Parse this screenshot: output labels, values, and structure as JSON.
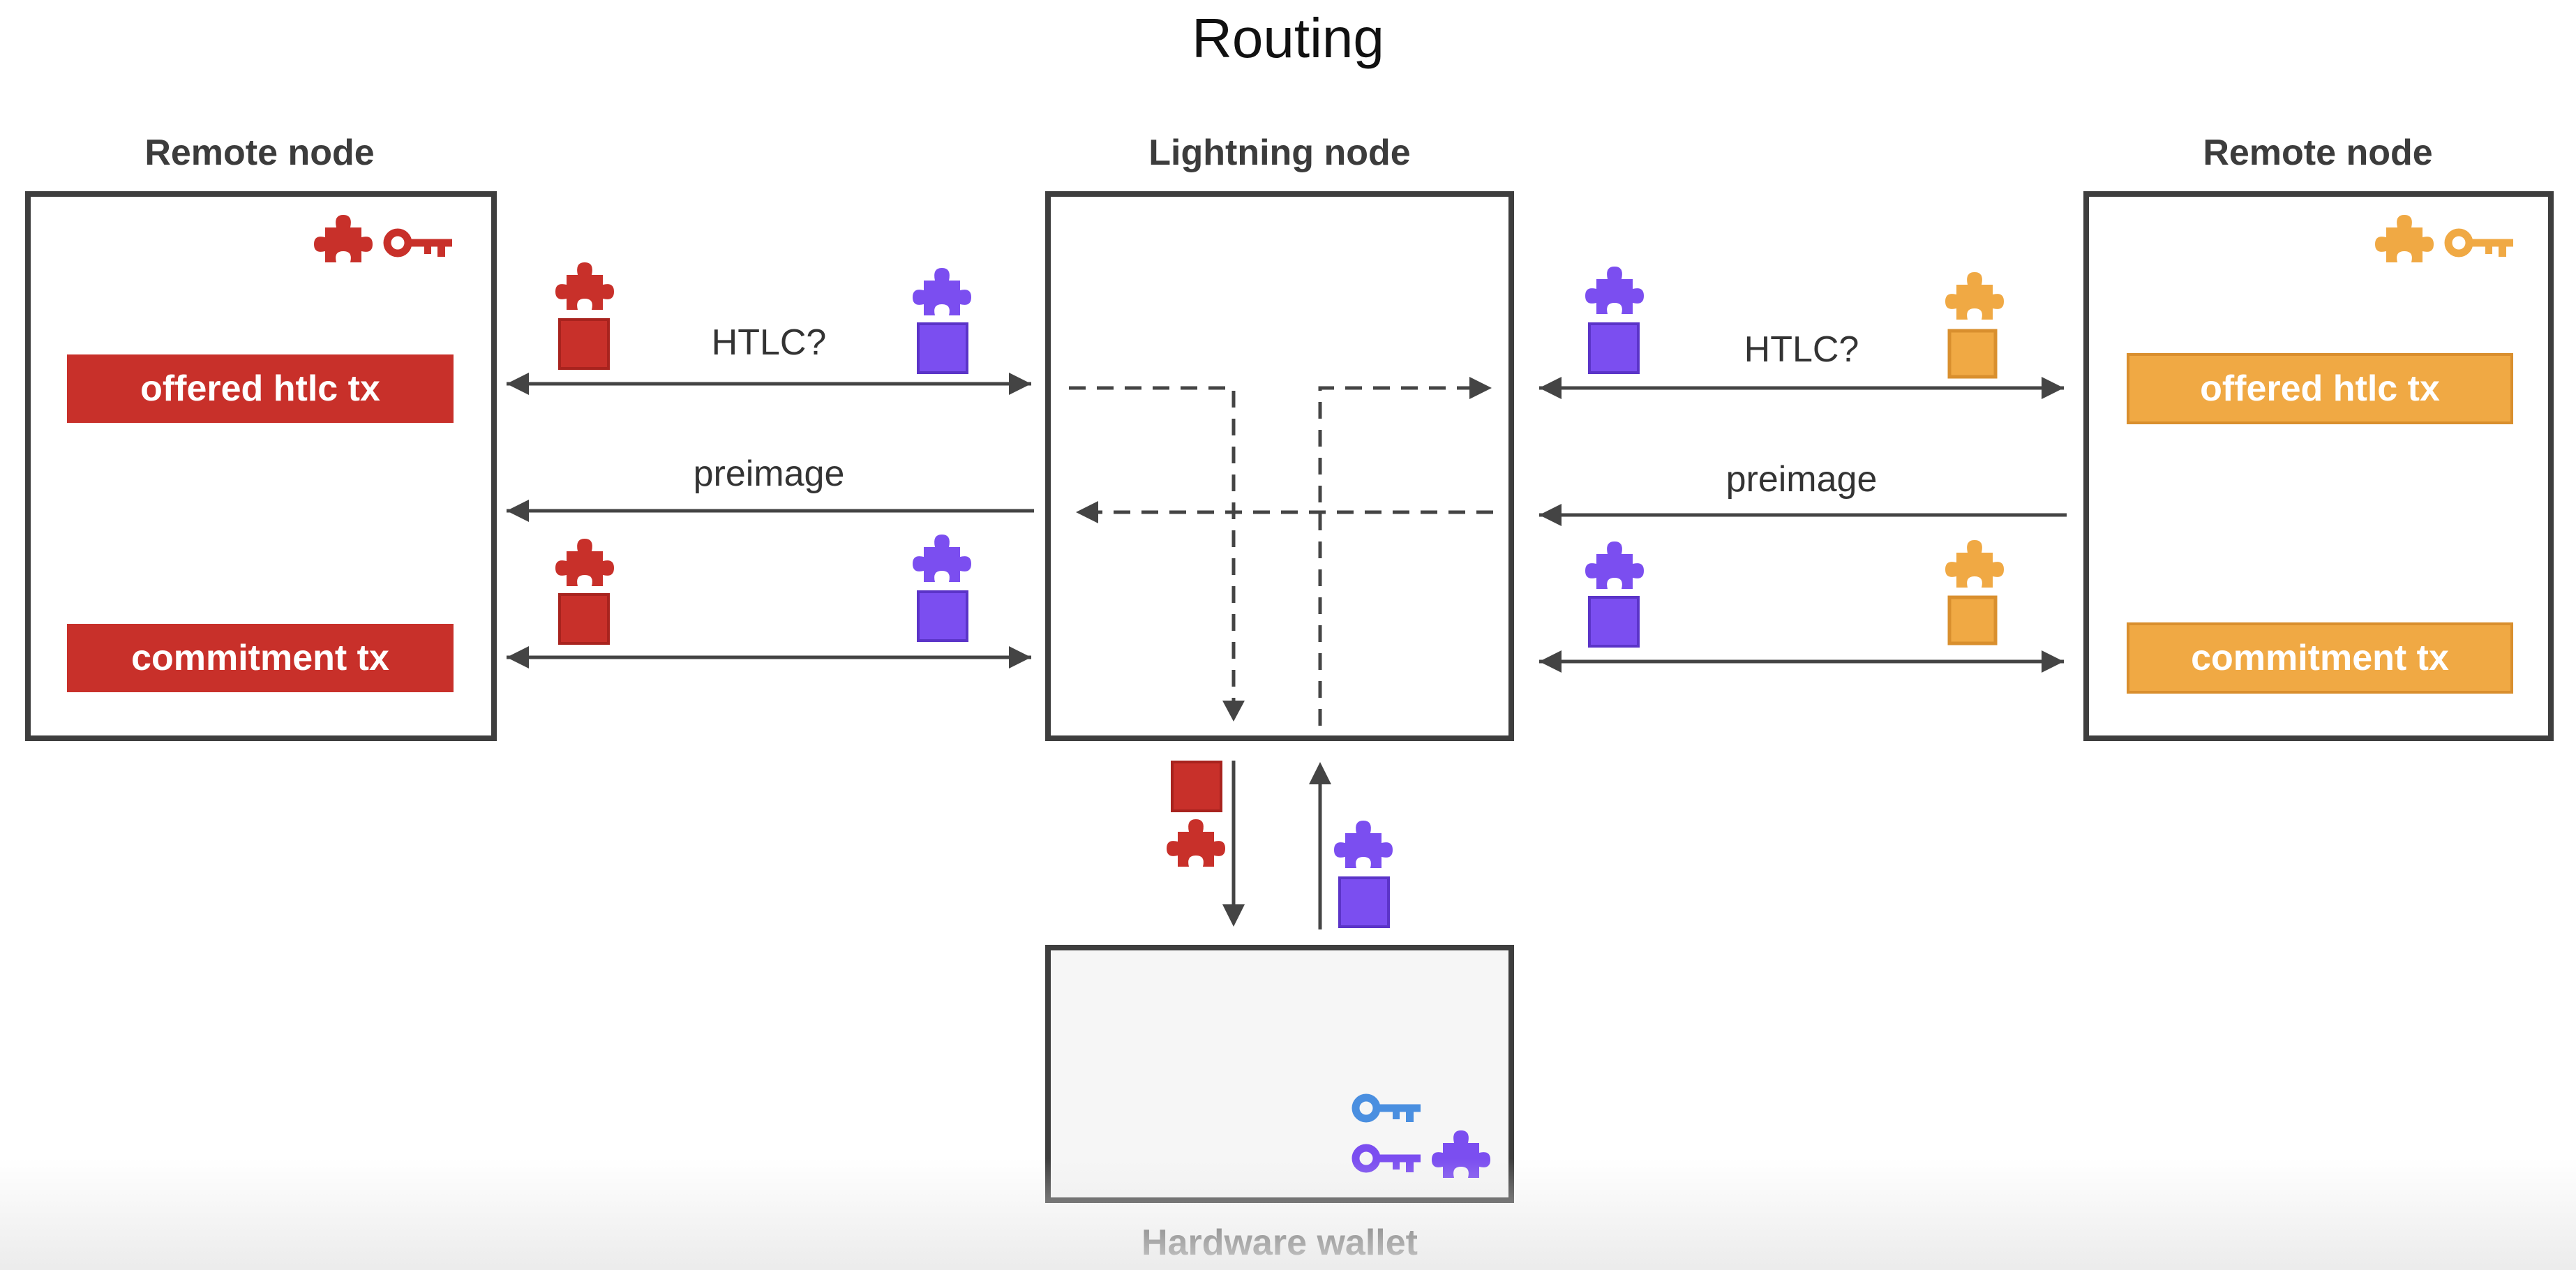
{
  "title": "Routing",
  "nodes": {
    "left_remote": {
      "label": "Remote node"
    },
    "lightning": {
      "label": "Lightning node"
    },
    "right_remote": {
      "label": "Remote node"
    },
    "hardware_wallet": {
      "label": "Hardware wallet"
    }
  },
  "transactions": {
    "left_offered": "offered htlc tx",
    "left_commitment": "commitment tx",
    "right_offered": "offered htlc tx",
    "right_commitment": "commitment tx"
  },
  "arrow_labels": {
    "left_htlc": "HTLC?",
    "left_preimage": "preimage",
    "right_htlc": "HTLC?",
    "right_preimage": "preimage"
  },
  "icons": [
    "puzzle-icon",
    "key-icon",
    "square-icon"
  ],
  "colors": {
    "red": "#c8302a",
    "purple": "#7b4ef0",
    "orange": "#f0a944",
    "blue": "#4a8fe0",
    "line": "#444444",
    "box_border": "#3e3e3e",
    "wallet_fill": "#f6f6f6"
  }
}
